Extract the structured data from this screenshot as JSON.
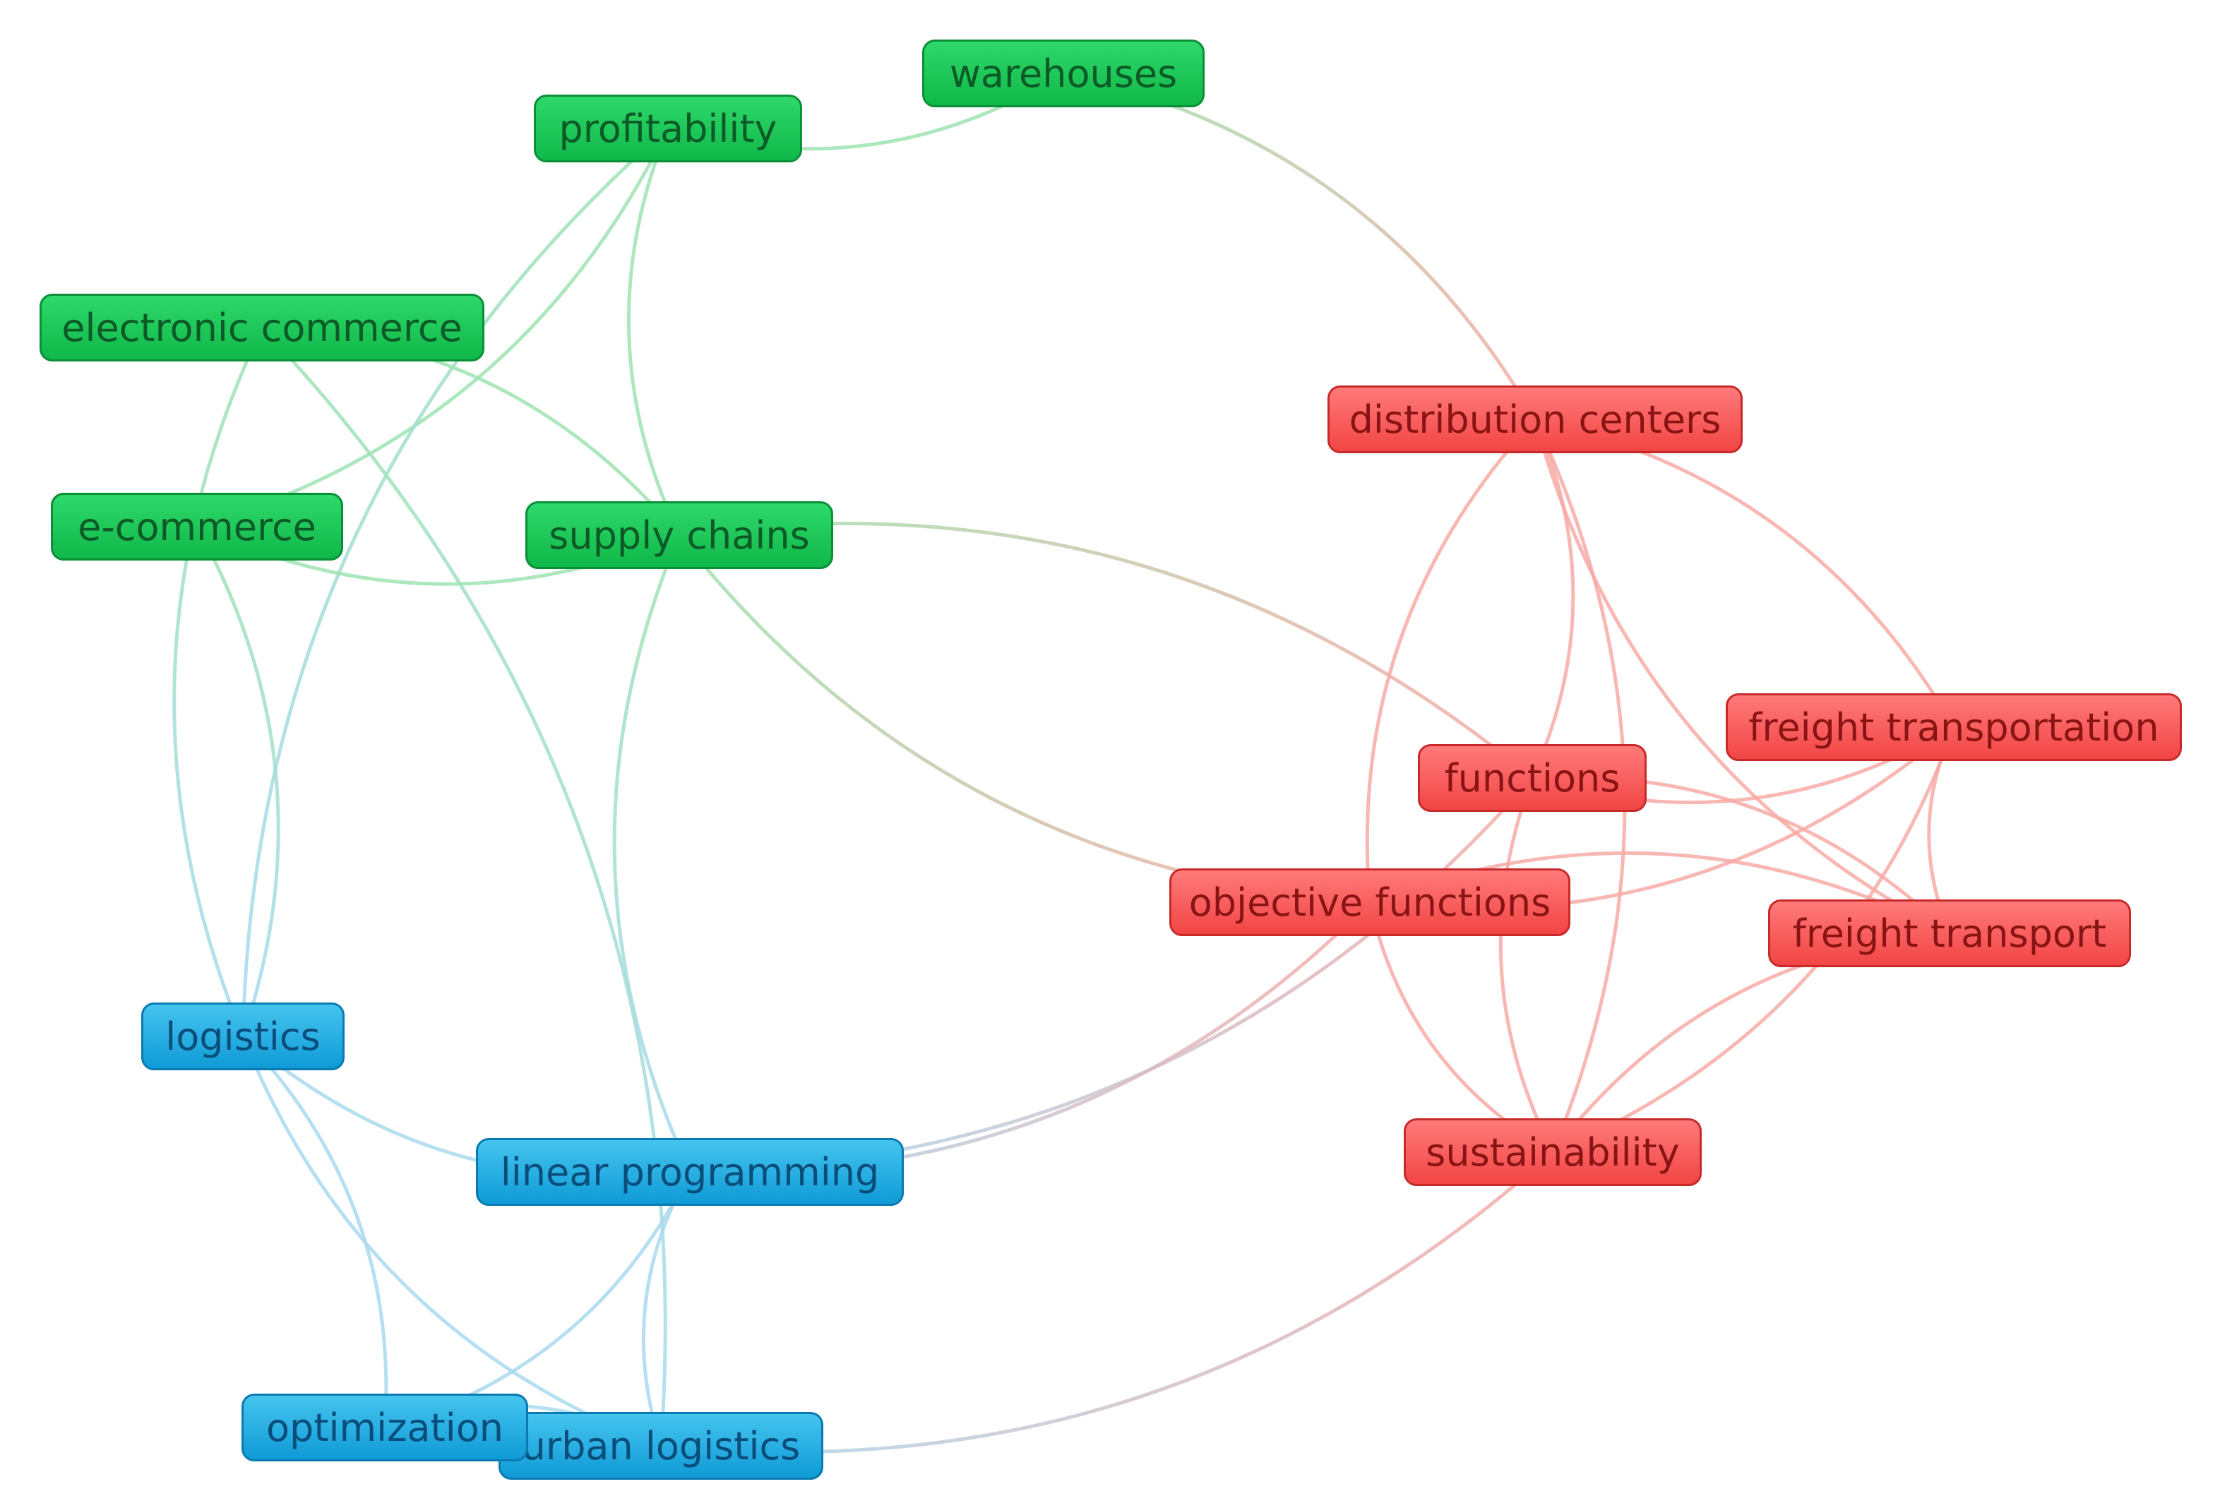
{
  "diagram": {
    "cluster_colors": {
      "green": "#16c150",
      "red": "#f65757",
      "blue": "#1aa6de",
      "green_edge": "#9ee3b2",
      "red_edge": "#f8aaa6",
      "blue_edge": "#a9d9f0"
    },
    "nodes": [
      {
        "id": "warehouses",
        "label": "warehouses",
        "cluster": "green"
      },
      {
        "id": "profitability",
        "label": "profitability",
        "cluster": "green"
      },
      {
        "id": "electronic-commerce",
        "label": "electronic commerce",
        "cluster": "green"
      },
      {
        "id": "e-commerce",
        "label": "e-commerce",
        "cluster": "green"
      },
      {
        "id": "supply-chains",
        "label": "supply chains",
        "cluster": "green"
      },
      {
        "id": "distribution-centers",
        "label": "distribution centers",
        "cluster": "red"
      },
      {
        "id": "functions",
        "label": "functions",
        "cluster": "red"
      },
      {
        "id": "freight-transportation",
        "label": "freight transportation",
        "cluster": "red"
      },
      {
        "id": "objective-functions",
        "label": "objective functions",
        "cluster": "red"
      },
      {
        "id": "freight-transport",
        "label": "freight transport",
        "cluster": "red"
      },
      {
        "id": "sustainability",
        "label": "sustainability",
        "cluster": "red"
      },
      {
        "id": "logistics",
        "label": "logistics",
        "cluster": "blue"
      },
      {
        "id": "linear-programming",
        "label": "linear programming",
        "cluster": "blue"
      },
      {
        "id": "optimization",
        "label": "optimization",
        "cluster": "blue"
      },
      {
        "id": "urban-logistics",
        "label": "urban logistics",
        "cluster": "blue"
      }
    ],
    "edges": [
      [
        "profitability",
        "warehouses"
      ],
      [
        "warehouses",
        "distribution-centers"
      ],
      [
        "profitability",
        "supply-chains"
      ],
      [
        "profitability",
        "e-commerce"
      ],
      [
        "profitability",
        "logistics"
      ],
      [
        "electronic-commerce",
        "supply-chains"
      ],
      [
        "electronic-commerce",
        "logistics"
      ],
      [
        "electronic-commerce",
        "urban-logistics"
      ],
      [
        "e-commerce",
        "supply-chains"
      ],
      [
        "e-commerce",
        "logistics"
      ],
      [
        "supply-chains",
        "linear-programming"
      ],
      [
        "supply-chains",
        "functions"
      ],
      [
        "supply-chains",
        "objective-functions"
      ],
      [
        "distribution-centers",
        "functions"
      ],
      [
        "distribution-centers",
        "objective-functions"
      ],
      [
        "distribution-centers",
        "freight-transportation"
      ],
      [
        "distribution-centers",
        "freight-transport"
      ],
      [
        "distribution-centers",
        "sustainability"
      ],
      [
        "functions",
        "freight-transportation"
      ],
      [
        "functions",
        "freight-transport"
      ],
      [
        "functions",
        "sustainability"
      ],
      [
        "functions",
        "linear-programming"
      ],
      [
        "objective-functions",
        "freight-transportation"
      ],
      [
        "objective-functions",
        "freight-transport"
      ],
      [
        "objective-functions",
        "sustainability"
      ],
      [
        "objective-functions",
        "linear-programming"
      ],
      [
        "freight-transportation",
        "freight-transport"
      ],
      [
        "freight-transportation",
        "sustainability"
      ],
      [
        "freight-transport",
        "sustainability"
      ],
      [
        "sustainability",
        "urban-logistics"
      ],
      [
        "logistics",
        "linear-programming"
      ],
      [
        "logistics",
        "optimization"
      ],
      [
        "logistics",
        "urban-logistics"
      ],
      [
        "linear-programming",
        "optimization"
      ],
      [
        "linear-programming",
        "urban-logistics"
      ],
      [
        "optimization",
        "urban-logistics"
      ]
    ]
  }
}
